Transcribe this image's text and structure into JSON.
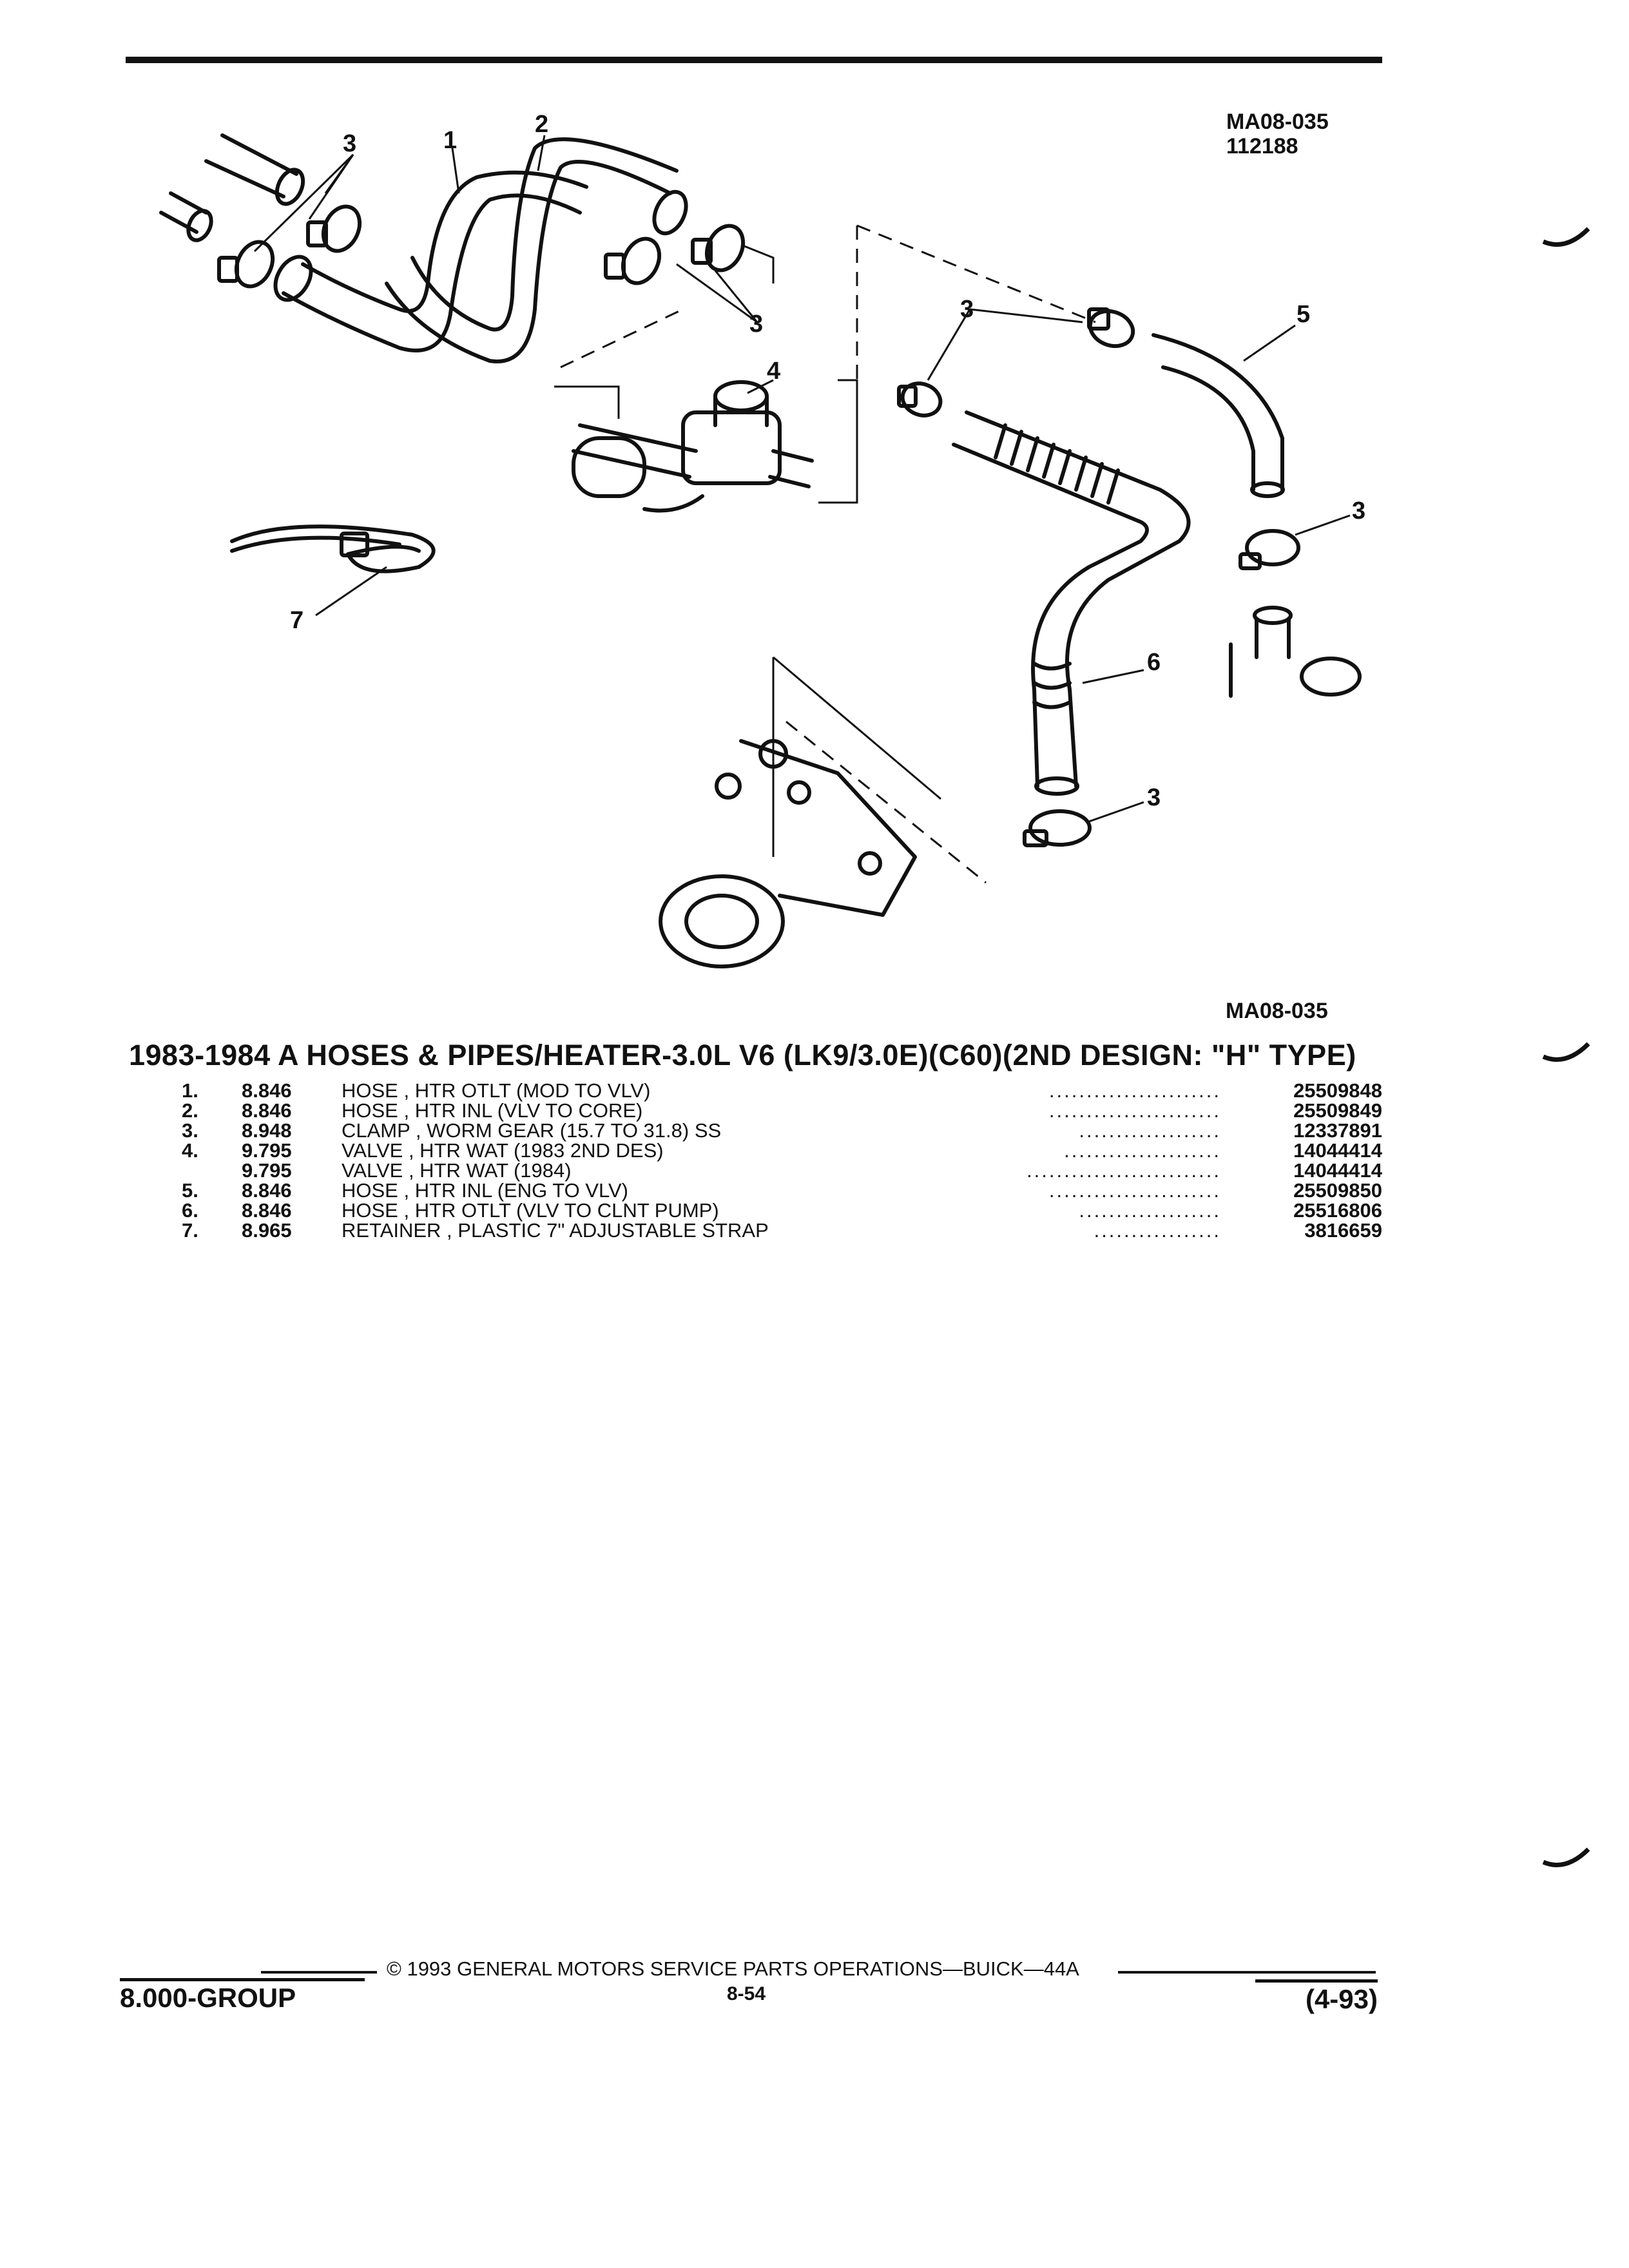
{
  "diagram": {
    "code_top": "MA08-035",
    "date_code": "112188",
    "code_bottom": "MA08-035",
    "callouts": [
      "1",
      "2",
      "3",
      "4",
      "5",
      "6",
      "7"
    ]
  },
  "title": "1983-1984 A HOSES & PIPES/HEATER-3.0L V6 (LK9/3.0E)(C60)(2ND DESIGN: \"H\" TYPE)",
  "parts": [
    {
      "no": "1.",
      "group": "8.846",
      "desc": "HOSE , HTR OTLT (MOD TO VLV)",
      "part_no": "25509848"
    },
    {
      "no": "2.",
      "group": "8.846",
      "desc": "HOSE , HTR INL (VLV TO CORE)",
      "part_no": "25509849"
    },
    {
      "no": "3.",
      "group": "8.948",
      "desc": "CLAMP , WORM GEAR (15.7 TO 31.8) SS",
      "part_no": "12337891"
    },
    {
      "no": "4.",
      "group": "9.795",
      "desc": "VALVE , HTR WAT (1983 2ND DES)",
      "part_no": "14044414"
    },
    {
      "no": "",
      "group": "9.795",
      "desc": "VALVE , HTR WAT (1984)",
      "part_no": "14044414"
    },
    {
      "no": "5.",
      "group": "8.846",
      "desc": "HOSE , HTR INL (ENG TO VLV)",
      "part_no": "25509850"
    },
    {
      "no": "6.",
      "group": "8.846",
      "desc": "HOSE , HTR OTLT (VLV TO CLNT PUMP)",
      "part_no": "25516806"
    },
    {
      "no": "7.",
      "group": "8.965",
      "desc": "RETAINER , PLASTIC 7\" ADJUSTABLE STRAP",
      "part_no": "3816659"
    }
  ],
  "footer": {
    "copyright": "© 1993 GENERAL MOTORS SERVICE PARTS OPERATIONS—BUICK—44A",
    "group": "8.000-GROUP",
    "page": "8-54",
    "revision": "(4-93)"
  }
}
